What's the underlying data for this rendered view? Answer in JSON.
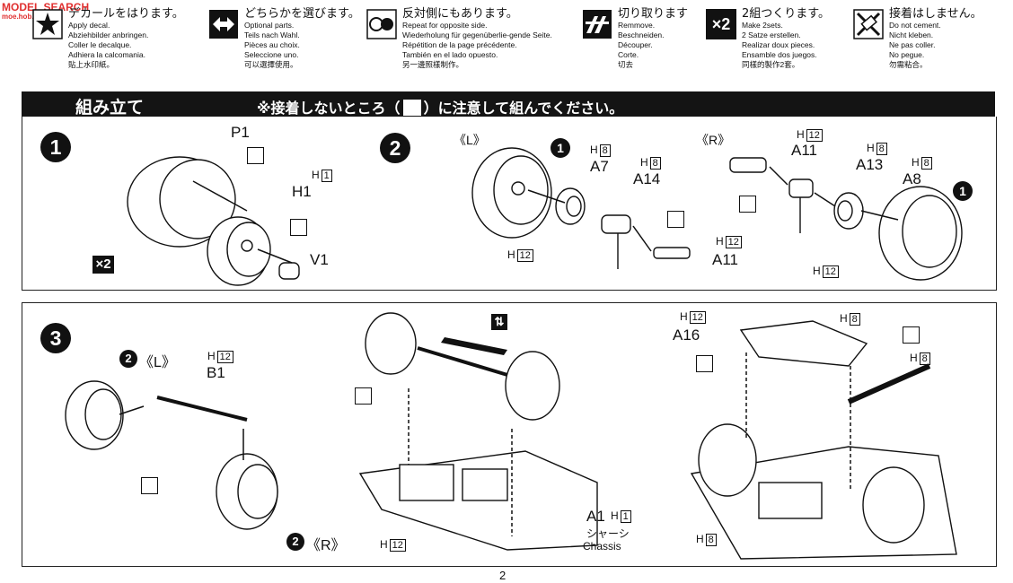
{
  "watermark": {
    "top": "MODEL SEARCH",
    "bottom": "moe.hob.com"
  },
  "legend": [
    {
      "icon": "apply-decal-icon",
      "title": "デカールをはります。",
      "lines": [
        "Apply decal.",
        "Abziehbilder anbringen.",
        "Coller le decalque.",
        "Adhiera la calcomania.",
        "貼上水印紙。"
      ]
    },
    {
      "icon": "optional-parts-icon",
      "title": "どちらかを選びます。",
      "lines": [
        "Optional parts.",
        "Teils nach Wahl.",
        "Pièces au choix.",
        "Seleccione uno.",
        "可以選擇使用。"
      ]
    },
    {
      "icon": "opposite-side-icon",
      "title": "反対側にもあります。",
      "lines": [
        "Repeat for opposite side.",
        "Wiederholung für gegenüberlie-gende Seite.",
        "Répétition de la page précédente.",
        "También en el lado opuesto.",
        "另一邊照樣制作。"
      ]
    },
    {
      "icon": "cut-off-icon",
      "title": "切り取ります",
      "lines": [
        "Remmove.",
        "Beschneiden.",
        "Découper.",
        "Corte.",
        "切去"
      ]
    },
    {
      "icon": "make-two-sets-icon",
      "icon_text": "×2",
      "title": "2組つくります。",
      "lines": [
        "Make 2sets.",
        "2 Satze erstellen.",
        "Realizar doux pieces.",
        "Ensamble dos juegos.",
        "同樣的製作2套。"
      ]
    },
    {
      "icon": "no-cement-icon",
      "title": "接着はしません。",
      "lines": [
        "Do not cement.",
        "Nicht kleben.",
        "Ne pas coller.",
        "No pegue.",
        "勿需粘合。"
      ]
    }
  ],
  "banner": {
    "title": "組み立て",
    "note_before": "※接着しないところ（",
    "note_after": "）に注意して組んでください。"
  },
  "step1": {
    "number": "1",
    "labels": {
      "p1": "P1",
      "h1": "H1",
      "v1": "V1",
      "h1_runner_prefix": "H",
      "h1_runner": "1"
    },
    "times_two": "×2"
  },
  "step2": {
    "number": "2",
    "left_tag": "《L》",
    "right_tag": "《R》",
    "circle_ref": "1",
    "labels": {
      "a7": "A7",
      "a14": "A14",
      "a11_left": "A11",
      "a11_right_top": "A11",
      "a13": "A13",
      "a8": "A8",
      "a7_runner": "8",
      "a14_runner": "8",
      "a11_left_runner": "12",
      "h12_left": "12",
      "a11_right_runner": "12",
      "a13_runner": "8",
      "a8_runner": "8",
      "h12_right": "12",
      "h_prefix": "H"
    }
  },
  "step3": {
    "number": "3",
    "l_tag": "《L》",
    "r_tag": "《R》",
    "circle_ref": "2",
    "labels": {
      "b1": "B1",
      "b1_runner": "12",
      "h_prefix": "H"
    }
  },
  "step4": {
    "labels": {
      "a1": "A1",
      "a1_runner": "1",
      "chassis_jp": "シャーシ",
      "chassis_en": "Chassis",
      "h12": "12",
      "h_prefix": "H"
    }
  },
  "step5": {
    "labels": {
      "a16": "A16",
      "a16_runner": "12",
      "h8_top": "8",
      "h8_right": "8",
      "h8_bottom": "8",
      "h_prefix": "H"
    }
  },
  "page_number": "2"
}
